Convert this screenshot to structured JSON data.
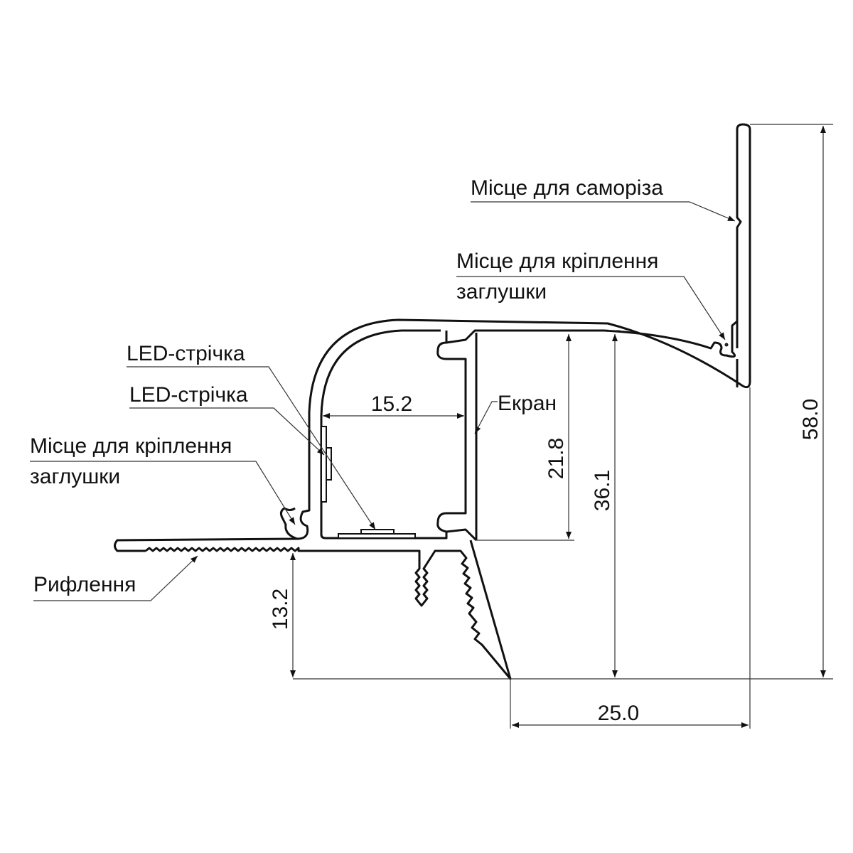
{
  "labels": {
    "screw_place": "Місце для саморіза",
    "cap_mount_right_line1": "Місце для кріплення",
    "cap_mount_right_line2": "заглушки",
    "screen": "Екран",
    "led_strip_1": "LED-стрічка",
    "led_strip_2": "LED-стрічка",
    "cap_mount_left_line1": "Місце для кріплення",
    "cap_mount_left_line2": "заглушки",
    "ribbing": "Рифлення"
  },
  "dimensions": {
    "total_height": "58.0",
    "height_to_top": "36.1",
    "screen_height": "21.8",
    "flange_height": "13.2",
    "width_bottom": "25.0",
    "inner_width": "15.2"
  }
}
